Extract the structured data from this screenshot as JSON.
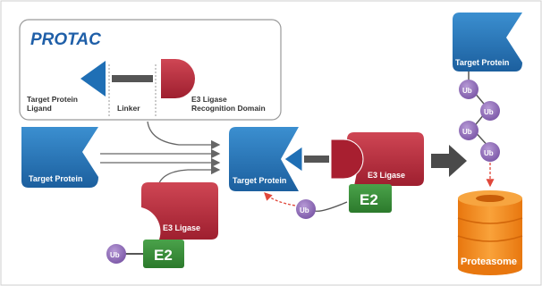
{
  "colors": {
    "target_blue": "#1f6fb5",
    "target_blue_light": "#3b8fd0",
    "e3_red": "#b52a39",
    "e3_red_light": "#cf4654",
    "e2_green": "#3a8a3a",
    "ub_purple": "#8d68b6",
    "proteasome_orange": "#f08a1c",
    "linker_gray": "#555555",
    "arrow_gray": "#4a4a4a",
    "dashed_red": "#e0473a"
  },
  "protac_box": {
    "title": "PROTAC",
    "ligand_label": "Target Protein\nLigand",
    "linker_label": "Linker",
    "e3_domain_label": "E3 Ligase\nRecognition Domain"
  },
  "left": {
    "target_protein_label": "Target Protein",
    "e3_ligase_label": "E3 Ligase",
    "e2_label": "E2",
    "ub_label": "Ub"
  },
  "center": {
    "target_protein_label": "Target Protein",
    "e3_ligase_label": "E3 Ligase",
    "e2_label": "E2",
    "ub_label": "Ub"
  },
  "right": {
    "target_protein_label": "Target Protein",
    "ub_labels": [
      "Ub",
      "Ub",
      "Ub",
      "Ub"
    ],
    "proteasome_label": "Proteasome"
  }
}
